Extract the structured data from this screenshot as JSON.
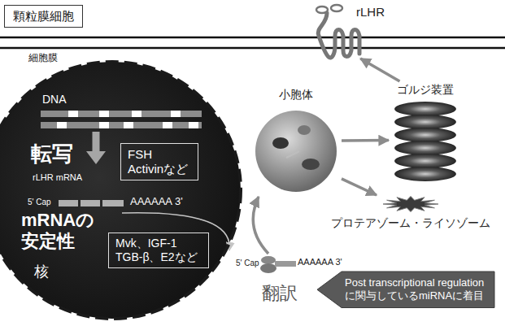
{
  "diagram": {
    "nodes": [
      {
        "text": [
          "顆粒膜細胞"
        ]
      },
      {
        "text": [
          "rLHR"
        ]
      },
      {
        "text": [
          "核"
        ]
      },
      {
        "text": [
          "FSH Activinなど"
        ],
        "in": 2
      },
      {
        "text": [
          "Mvk、IGF-1 TGB-β、E2など"
        ],
        "in": 2
      },
      {
        "text": [
          "小胞体"
        ]
      },
      {
        "text": [
          "ゴルジ装置"
        ]
      },
      {
        "text": [
          "プロテアゾーム・ライソゾーム"
        ]
      },
      {
        "text": [
          "Post transcriptional regulationに関与しているmiRNAに着目"
        ]
      }
    ],
    "edges": [
      {
        "from": 5,
        "to": 6,
        "arrow": "to"
      },
      {
        "from": 5,
        "to": 7,
        "arrow": "to"
      },
      {
        "from": 6,
        "to": 1,
        "arrow": "to"
      }
    ],
    "labels": [
      "細胞膜",
      "DNA",
      "転写",
      "rLHR mRNA",
      "5' Cap",
      "AAAAAA 3'",
      "mRNAの 安定性",
      "5' Cap",
      "AAAAAA 3'",
      "翻訳"
    ]
  }
}
